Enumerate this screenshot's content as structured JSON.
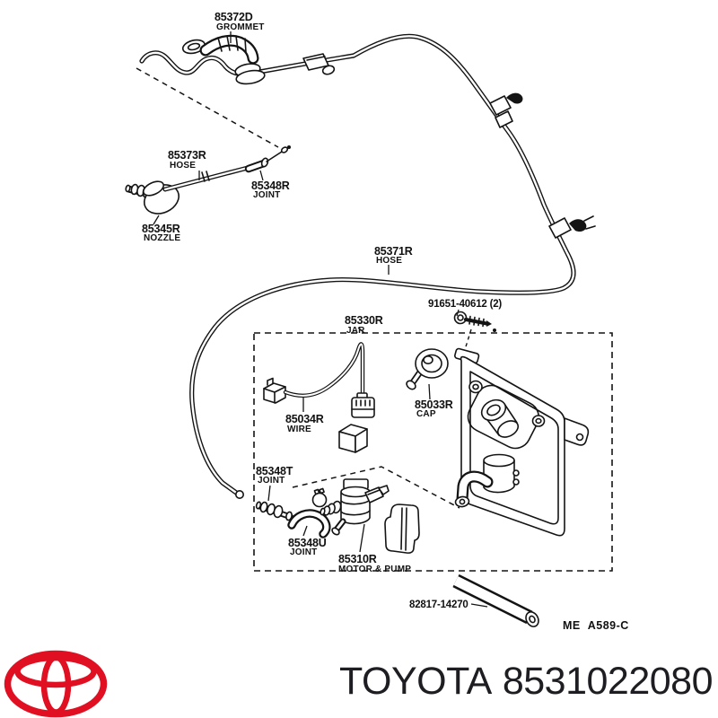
{
  "window": {
    "background": "#ffffff"
  },
  "footer": {
    "brand": "TOYOTA",
    "part_number": "8531022080",
    "logo_color": "#e01022",
    "text_color": "#1d1d22"
  },
  "diagram": {
    "line_color": "#141414",
    "ref": {
      "left": "ME",
      "right": "A589-C"
    },
    "labels": {
      "grommet": {
        "id": "85372D",
        "name": "GROMMET"
      },
      "hose_front": {
        "id": "85373R",
        "name": "HOSE"
      },
      "joint_front": {
        "id": "85348R",
        "name": "JOINT"
      },
      "nozzle": {
        "id": "85345R",
        "name": "NOZZLE"
      },
      "hose_main": {
        "id": "85371R",
        "name": "HOSE"
      },
      "screw": {
        "id": "91651-40612 (2)"
      },
      "jar": {
        "id": "85330R",
        "name": "JAR"
      },
      "cap": {
        "id": "85033R",
        "name": "CAP"
      },
      "wire": {
        "id": "85034R",
        "name": "WIRE"
      },
      "joint_t": {
        "id": "85348T",
        "name": "JOINT"
      },
      "joint_u": {
        "id": "85348U",
        "name": "JOINT"
      },
      "motor_pump": {
        "id": "85310R",
        "name": "MOTOR & PUMP"
      },
      "tube": {
        "id": "82817-14270"
      }
    }
  }
}
